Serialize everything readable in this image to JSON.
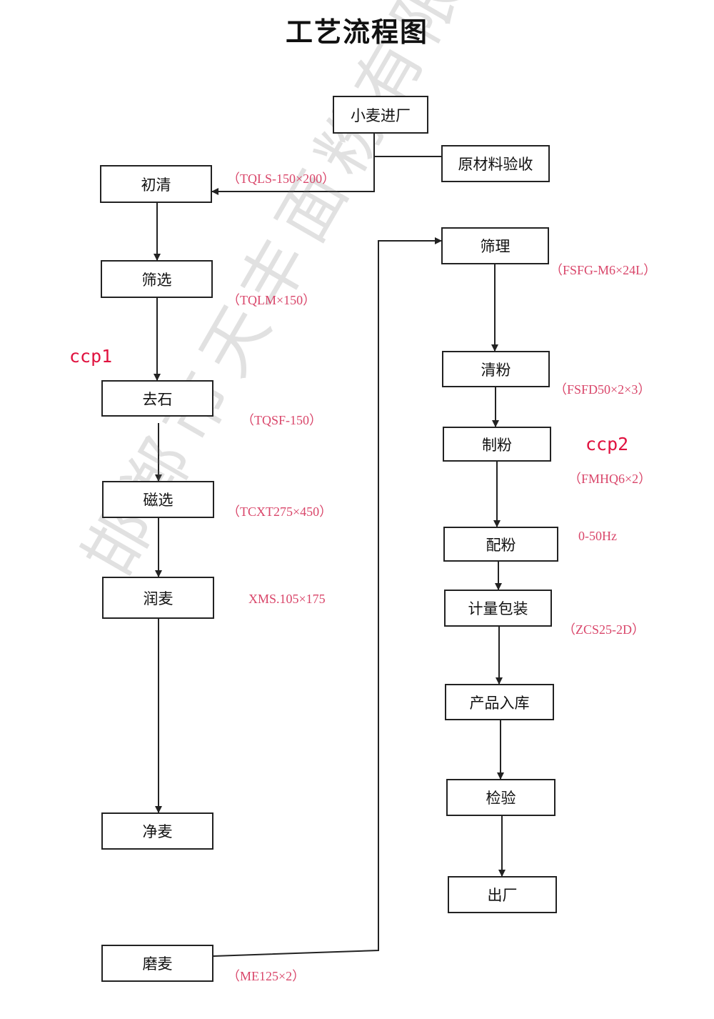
{
  "title": "工艺流程图",
  "watermark": "邯郸市天丰面粉有限责任公司",
  "nodes": {
    "n0": "小麦进厂",
    "n1": "原材料验收",
    "n2": "初清",
    "n3": "筛选",
    "n4": "去石",
    "n5": "磁选",
    "n6": "润麦",
    "n7": "净麦",
    "n8": "磨麦",
    "n9": "筛理",
    "n10": "清粉",
    "n11": "制粉",
    "n12": "配粉",
    "n13": "计量包装",
    "n14": "产品入库",
    "n15": "检验",
    "n16": "出厂"
  },
  "annotations": {
    "a1": "（TQLS-150×200）",
    "a2": "（TQLM×150）",
    "a3": "（TQSF-150）",
    "a4": "（TCXT275×450）",
    "a5": "XMS.105×175",
    "a6": "（ME125×2）",
    "a7": "（FSFG-M6×24L）",
    "a8": "（FSFD50×2×3）",
    "a9": "（FMHQ6×2）",
    "a10": "0-50Hz",
    "a11": "（ZCS25-2D）"
  },
  "ccp": {
    "c1": "ccp1",
    "c2": "ccp2"
  },
  "colors": {
    "annotation": "#d9466a",
    "ccp": "#e0123f",
    "line": "#222222"
  }
}
